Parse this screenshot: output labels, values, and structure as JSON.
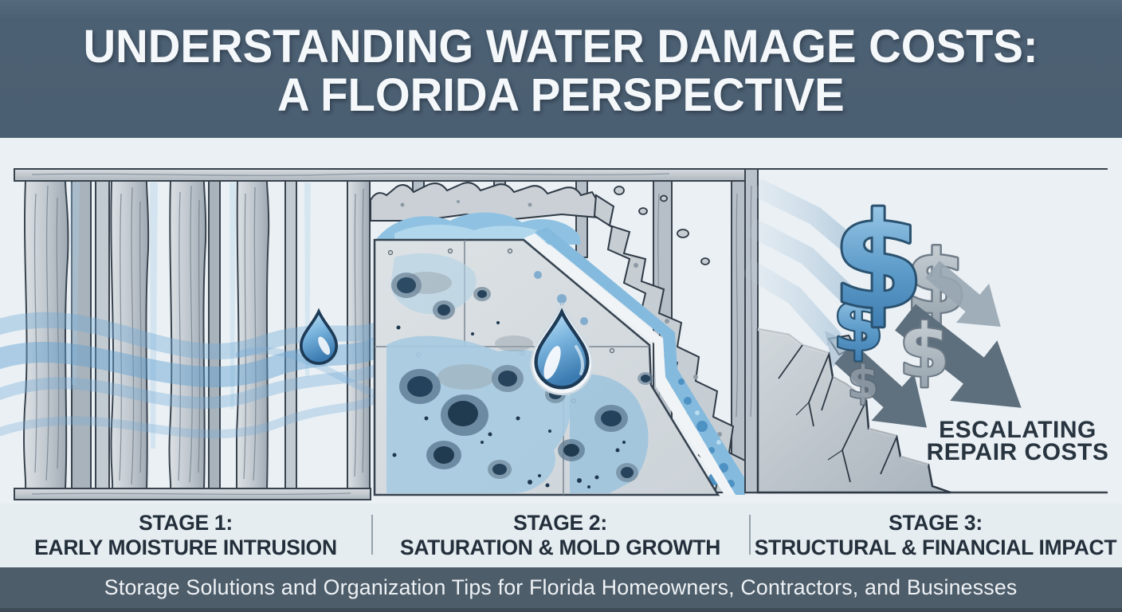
{
  "header": {
    "title_line1": "UNDERSTANDING WATER DAMAGE COSTS:",
    "title_line2": "A FLORIDA PERSPECTIVE"
  },
  "stages": [
    {
      "label_line1": "STAGE 1:",
      "label_line2": "EARLY MOISTURE INTRUSION",
      "illustration": "wood-stud-wall-with-moisture-streams-and-water-droplet"
    },
    {
      "label_line1": "STAGE 2:",
      "label_line2": "SATURATION & MOLD GROWTH",
      "illustration": "saturated-moldy-drywall-with-torn-edge-and-water-droplet"
    },
    {
      "label_line1": "STAGE 3:",
      "label_line2": "STRUCTURAL & FINANCIAL IMPACT",
      "illustration": "cracked-wall-with-dollar-signs-and-falling-arrows"
    }
  ],
  "stage3_annotation": {
    "line1": "ESCALATING",
    "line2": "REPAIR COSTS"
  },
  "footer": {
    "text": "Storage Solutions and Organization Tips for Florida Homeowners, Contractors, and Businesses"
  },
  "icons": {
    "dollar": "$"
  },
  "colors": {
    "header_bg": "#4c6073",
    "footer_bg": "#4e5d6a",
    "canvas_bg": "#eaf0f4",
    "labels_bg": "#e6edf1",
    "label_text": "#232f3b",
    "outline_navy": "#2f3b49",
    "wood_gray": "#c3cbd2",
    "water_blue": "#6fa9d6",
    "mold_dark": "#27435c",
    "dollar_blue": "#4f8fc0",
    "arrow_slate": "#5d6e7d"
  }
}
